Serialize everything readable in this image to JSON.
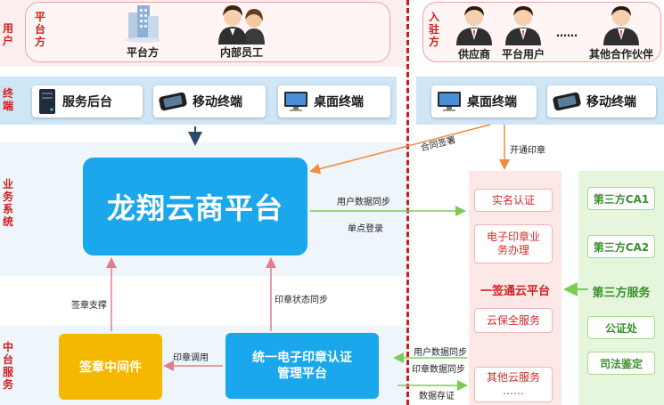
{
  "lanes": {
    "user": "用户",
    "platform_side": "平台方",
    "resident_side": "入驻方",
    "terminal": "终端",
    "business": "业务系统",
    "middle": "中台服务"
  },
  "users": {
    "platform_side_label": "平台方",
    "internal_staff_label": "内部员工",
    "supplier_label": "供应商",
    "platform_user_label": "平台用户",
    "ellipsis": "……",
    "other_partner_label": "其他合作伙伴"
  },
  "terminals": {
    "left": {
      "service_backend": "服务后台",
      "mobile": "移动终端",
      "desktop": "桌面终端"
    },
    "right": {
      "desktop": "桌面终端",
      "mobile": "移动终端"
    }
  },
  "main_platform": "龙翔云商平台",
  "seal_middleware": "签章中间件",
  "unified_seal_platform": "统一电子印章认证管理平台",
  "arrows": {
    "contract_signing": "合同签署",
    "open_seal": "开通印章",
    "user_data_sync": "用户数据同步",
    "sso": "单点登录",
    "signing_support": "签章支撑",
    "seal_status_sync": "印章状态同步",
    "seal_call": "印章调用",
    "user_data_sync_2": "用户数据同步",
    "seal_data_sync": "印章数据同步",
    "data_storage": "数据存证"
  },
  "cloud_services": {
    "real_name": "实名认证",
    "seal_business": "电子印章业务办理",
    "platform_title": "一签通云平台",
    "insurance": "云保全服务",
    "other": "其他云服务",
    "other_ellipsis": "……"
  },
  "third_party": {
    "ca1": "第三方CA1",
    "ca2": "第三方CA2",
    "service_title": "第三方服务",
    "notary": "公证处",
    "judicial": "司法鉴定"
  },
  "colors": {
    "accent_blue": "#1aa7ec",
    "middleware_orange": "#f5b800",
    "alert_red": "#d11f1f",
    "green": "#3a8f2e"
  }
}
